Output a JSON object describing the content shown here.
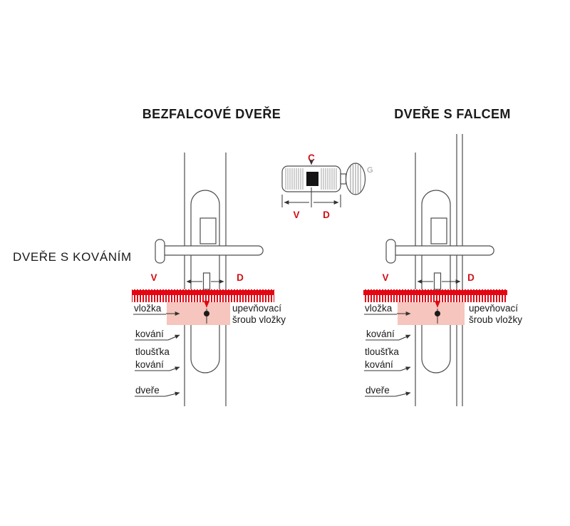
{
  "titles": {
    "left": "BEZFALCOVÉ DVEŘE",
    "right": "DVEŘE S FALCEM",
    "side": "DVEŘE S KOVÁNÍM"
  },
  "measures": {
    "c": "C",
    "v": "V",
    "d": "D",
    "g": "G"
  },
  "labels": {
    "vlozka": "vložka",
    "sroub_line1": "upevňovací",
    "sroub_line2": "šroub vložky",
    "kovani": "kování",
    "tloustka_line1": "tloušťka",
    "tloustka_line2": "kování",
    "dvere": "dveře"
  },
  "colors": {
    "ruler_red": "#e30613",
    "measure_red": "#d01016",
    "cylinder_pink": "#f6c5bd",
    "line_gray": "#4d4d4d"
  }
}
